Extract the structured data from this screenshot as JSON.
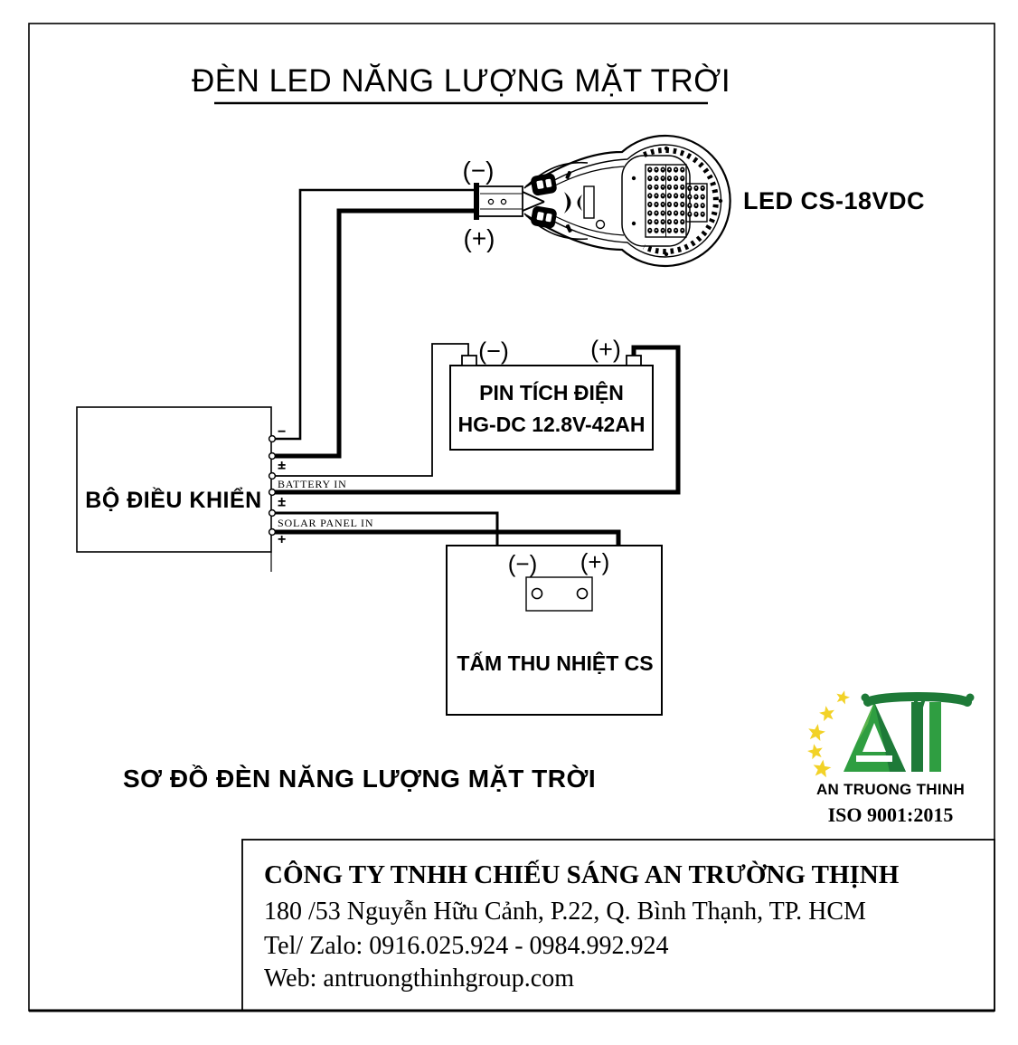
{
  "title": "ĐÈN LED NĂNG LƯỢNG MẶT TRỜI",
  "diagram": {
    "lamp": {
      "label": "LED CS-18VDC",
      "neg": "(−)",
      "pos": "(+)"
    },
    "battery": {
      "name": "PIN TÍCH ĐIỆN",
      "model": "HG-DC 12.8V-42AH",
      "neg": "(−)",
      "pos": "(+)"
    },
    "controller": {
      "label": "BỘ ĐIỀU KHIỂN",
      "battery_in": "BATTERY IN",
      "solar_in": "SOLAR PANEL IN",
      "minus": "−",
      "plus": "+"
    },
    "solar": {
      "label": "TẤM THU NHIỆT CS",
      "neg": "(−)",
      "pos": "(+)"
    },
    "caption": "SƠ ĐỒ ĐÈN NĂNG LƯỢNG MẶT TRỜI"
  },
  "logo": {
    "brand": "AN TRUONG THINH",
    "iso": "ISO 9001:2015",
    "colors": {
      "green": "#2f9e41",
      "green_dark": "#1e7a38",
      "green_light": "#5cb44c",
      "yellow": "#f2d227",
      "blue": "#232394"
    }
  },
  "company": {
    "name": "CÔNG TY TNHH CHIẾU SÁNG AN TRƯỜNG THỊNH",
    "address": "180 /53 Nguyễn Hữu Cảnh, P.22, Q. Bình Thạnh, TP. HCM",
    "tel": "Tel/ Zalo: 0916.025.924 - 0984.992.924",
    "web": "Web: antruongthinhgroup.com"
  }
}
